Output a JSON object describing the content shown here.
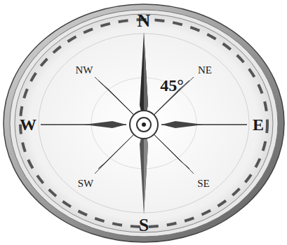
{
  "diagram": {
    "labels": [
      "N",
      "NW",
      "NE",
      "45°",
      "W",
      "E",
      "SW",
      "SE",
      "S"
    ]
  }
}
